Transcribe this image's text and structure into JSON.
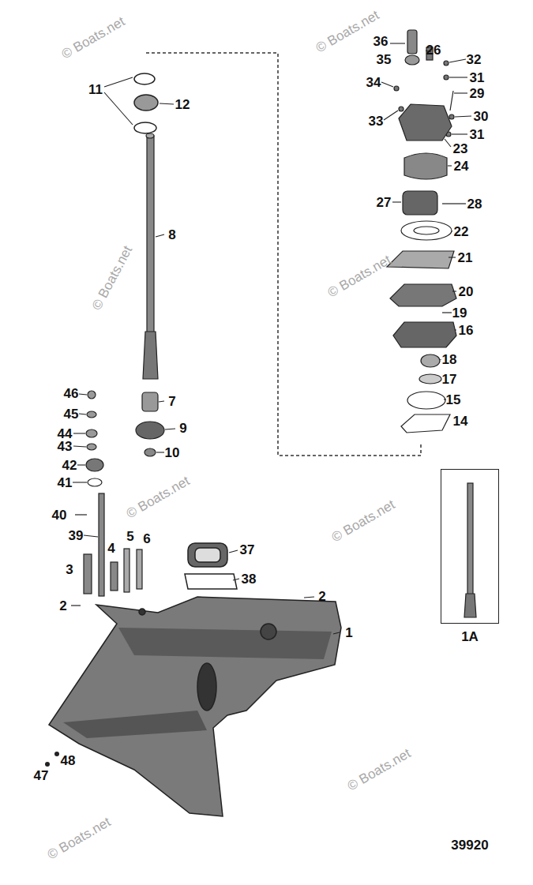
{
  "diagram": {
    "nodes": [
      {
        "text": [
          "1A"
        ]
      }
    ],
    "labels": [
      "© Boats.net",
      "© Boats.net",
      "36",
      "26",
      "32",
      "35",
      "31",
      "29",
      "34",
      "30",
      "33",
      "31",
      "23",
      "11",
      "12",
      "24",
      "27",
      "28",
      "22",
      "8",
      "© Boats.net",
      "21",
      "© Boats.net",
      "20",
      "19",
      "16",
      "18",
      "17",
      "46",
      "7",
      "15",
      "45",
      "9",
      "44",
      "43",
      "14",
      "10",
      "42",
      "41",
      "© Boats.net",
      "40",
      "© Boats.net",
      "39",
      "4",
      "5",
      "6",
      "37",
      "3",
      "38",
      "2",
      "2",
      "1",
      "48",
      "© Boats.net",
      "47",
      "© Boats.net",
      "39920"
    ]
  }
}
